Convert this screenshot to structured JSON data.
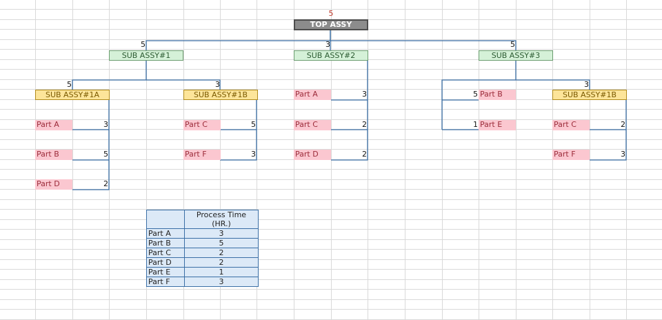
{
  "top_assy": {
    "label": "TOP ASSY",
    "qty": "5"
  },
  "sub1": {
    "label": "SUB ASSY#1",
    "qty": "5"
  },
  "sub2": {
    "label": "SUB ASSY#2",
    "qty": "3"
  },
  "sub3": {
    "label": "SUB ASSY#3",
    "qty": "5"
  },
  "sub1a": {
    "label": "SUB ASSY#1A",
    "qty": "5"
  },
  "sub1b": {
    "label": "SUB ASSY#1B",
    "qty": "3"
  },
  "sub3b": {
    "label": "SUB ASSY#1B",
    "qty": "3"
  },
  "sub1a_parts": [
    {
      "name": "Part A",
      "qty": "3"
    },
    {
      "name": "Part B",
      "qty": "5"
    },
    {
      "name": "Part D",
      "qty": "2"
    }
  ],
  "sub1b_parts": [
    {
      "name": "Part C",
      "qty": "5"
    },
    {
      "name": "Part F",
      "qty": "3"
    }
  ],
  "sub2_parts": [
    {
      "name": "Part A",
      "qty": "3"
    },
    {
      "name": "Part C",
      "qty": "2"
    },
    {
      "name": "Part D",
      "qty": "2"
    }
  ],
  "sub3_parts": [
    {
      "name": "Part B",
      "qty": "5"
    },
    {
      "name": "Part E",
      "qty": "1"
    }
  ],
  "sub3b_parts": [
    {
      "name": "Part C",
      "qty": "2"
    },
    {
      "name": "Part F",
      "qty": "3"
    }
  ],
  "process_table": {
    "header": "Process Time (HR.)",
    "rows": [
      {
        "part": "Part A",
        "time": "3"
      },
      {
        "part": "Part B",
        "time": "5"
      },
      {
        "part": "Part C",
        "time": "2"
      },
      {
        "part": "Part D",
        "time": "2"
      },
      {
        "part": "Part E",
        "time": "1"
      },
      {
        "part": "Part F",
        "time": "3"
      }
    ]
  },
  "colors": {
    "line": "#3a6ea5",
    "top_fill": "#8c8c8c",
    "sub_fill": "#d5f1d8",
    "subsub_fill": "#fde59a",
    "part_fill": "#fbc7d0",
    "table_fill": "#dce9f7"
  }
}
